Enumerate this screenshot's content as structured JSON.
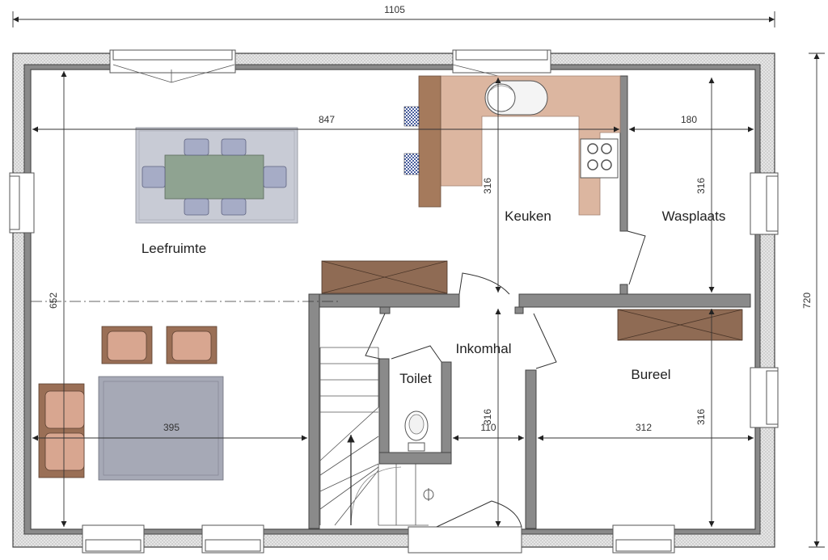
{
  "colors": {
    "wall_fill": "#8a8a8a",
    "wall_stroke": "#4a4a4a",
    "insulation": "#d9d9d9",
    "kitchen_counter": "#dcb6a0",
    "kitchen_bar": "#a57a5c",
    "storage_box": "#8f6b54",
    "rug": "#c8cbd5",
    "dining_table": "#8fa391",
    "dining_chair": "#a6acc6",
    "armchair": "#d8a690",
    "armchair_frame": "#9a6f56",
    "sofa_rug": "#a6a9b6",
    "bar_stool": "#5d6fa8",
    "dimension_line": "#333333"
  },
  "rooms": {
    "living": "Leefruimte",
    "kitchen": "Keuken",
    "laundry": "Wasplaats",
    "hall": "Inkomhal",
    "toilet": "Toilet",
    "office": "Bureel"
  },
  "dimensions": {
    "total_width": "1105",
    "total_height": "720",
    "living_width": "847",
    "laundry_width": "180",
    "kitchen_height": "316",
    "laundry_height": "316",
    "living_height": "652",
    "lounge_width": "395",
    "hall_height": "316",
    "toilet_width": "110",
    "office_width": "312",
    "office_height": "316"
  }
}
